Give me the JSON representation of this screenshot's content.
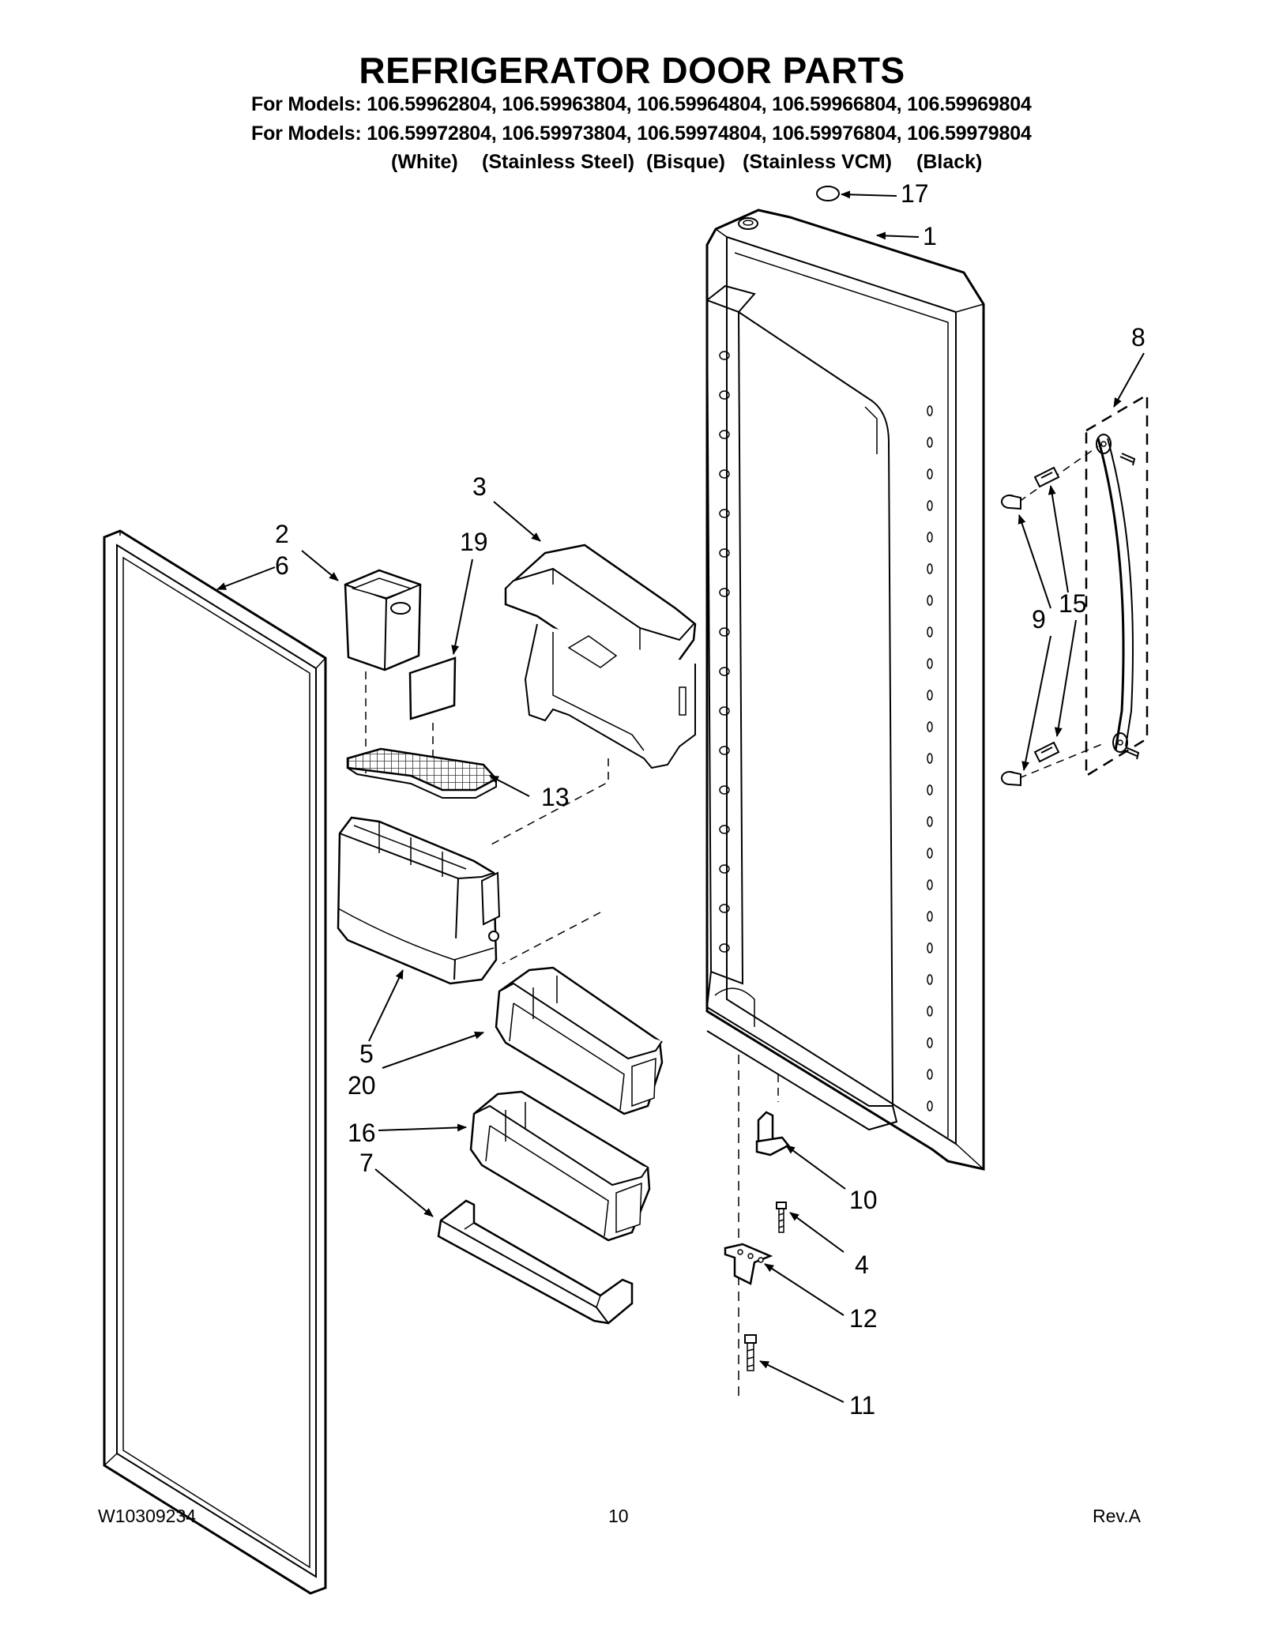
{
  "header": {
    "title": "REFRIGERATOR DOOR PARTS",
    "models_line_1": "For Models: 106.59962804, 106.59963804, 106.59964804, 106.59966804, 106.59969804",
    "models_line_2": "For Models: 106.59972804, 106.59973804, 106.59974804, 106.59976804, 106.59979804",
    "finishes": [
      "(White)",
      "(Stainless Steel)",
      "(Bisque)",
      "(Stainless VCM)",
      "(Black)"
    ]
  },
  "diagram": {
    "callouts": [
      "17",
      "1",
      "8",
      "3",
      "2",
      "6",
      "19",
      "9",
      "15",
      "13",
      "5",
      "20",
      "16",
      "7",
      "10",
      "4",
      "12",
      "11"
    ]
  },
  "footer": {
    "doc_number": "W10309234",
    "page_number": "10",
    "revision": "Rev.A"
  }
}
